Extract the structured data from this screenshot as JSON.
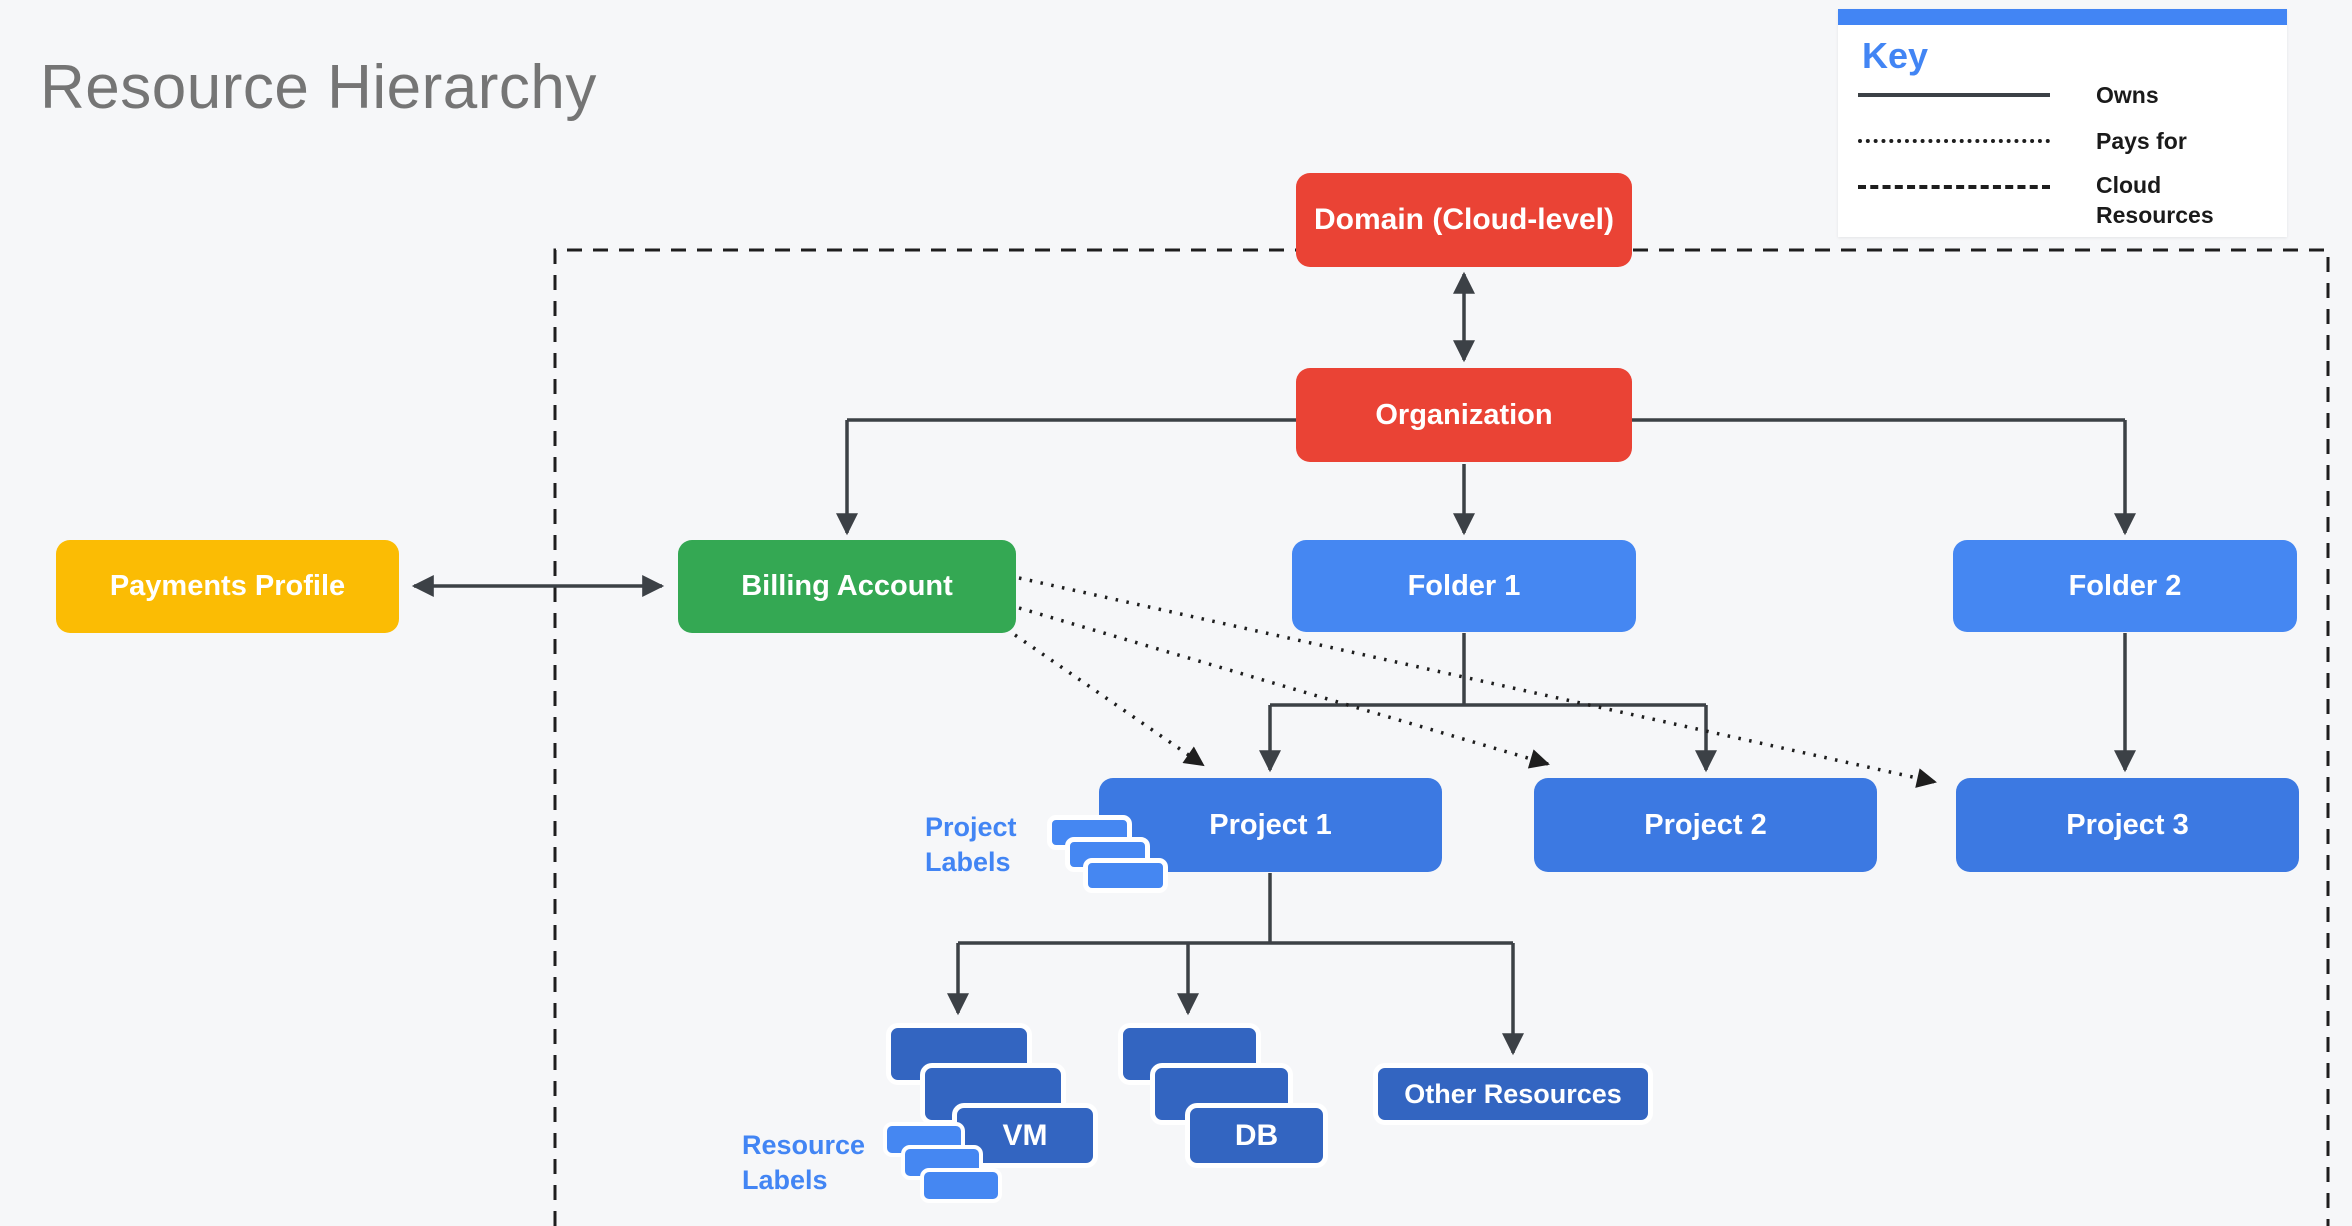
{
  "title": "Resource Hierarchy",
  "key": {
    "heading": "Key",
    "owns_label": "Owns",
    "pays_for_label": "Pays for",
    "cloud_resources_label": "Cloud Resources"
  },
  "nodes": {
    "domain": "Domain (Cloud-level)",
    "organization": "Organization",
    "payments_profile": "Payments Profile",
    "billing_account": "Billing Account",
    "folder1": "Folder 1",
    "folder2": "Folder 2",
    "project1": "Project 1",
    "project2": "Project 2",
    "project3": "Project 3",
    "vm": "VM",
    "db": "DB",
    "other_resources": "Other Resources"
  },
  "annotations": {
    "project_labels": "Project Labels",
    "resource_labels": "Resource Labels"
  },
  "edges": [
    {
      "from": "Domain (Cloud-level)",
      "to": "Organization",
      "type": "owns",
      "bidirectional": true
    },
    {
      "from": "Organization",
      "to": "Billing Account",
      "type": "owns"
    },
    {
      "from": "Organization",
      "to": "Folder 1",
      "type": "owns"
    },
    {
      "from": "Organization",
      "to": "Folder 2",
      "type": "owns"
    },
    {
      "from": "Payments Profile",
      "to": "Billing Account",
      "type": "linked",
      "bidirectional": true
    },
    {
      "from": "Folder 1",
      "to": "Project 1",
      "type": "owns"
    },
    {
      "from": "Folder 1",
      "to": "Project 2",
      "type": "owns"
    },
    {
      "from": "Folder 2",
      "to": "Project 3",
      "type": "owns"
    },
    {
      "from": "Project 1",
      "to": "VM",
      "type": "owns"
    },
    {
      "from": "Project 1",
      "to": "DB",
      "type": "owns"
    },
    {
      "from": "Project 1",
      "to": "Other Resources",
      "type": "owns"
    },
    {
      "from": "Billing Account",
      "to": "Project 1",
      "type": "pays for"
    },
    {
      "from": "Billing Account",
      "to": "Project 2",
      "type": "pays for"
    },
    {
      "from": "Billing Account",
      "to": "Project 3",
      "type": "pays for"
    },
    {
      "boundary": "dashed rectangle",
      "meaning": "Cloud Resources"
    }
  ],
  "colors": {
    "bg": "#f6f7f9",
    "red": "#ea4335",
    "green": "#34a853",
    "yellow": "#fbbc04",
    "blue": "#4587f2",
    "blue-mid": "#3c79e2",
    "blue-dark": "#3365c1",
    "key-blue": "#4285f4",
    "title-gray": "#757575",
    "wire": "#3c4146",
    "ink": "#1e1e1e"
  }
}
